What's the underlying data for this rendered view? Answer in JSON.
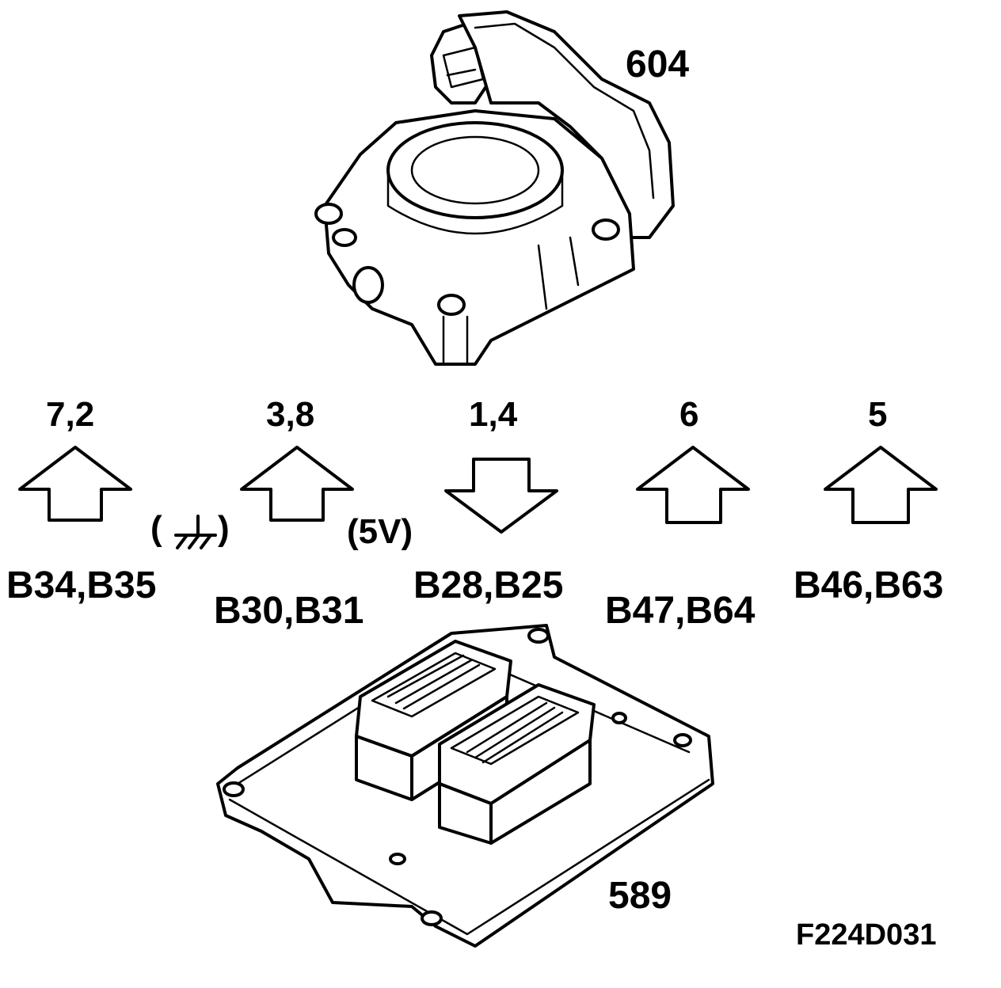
{
  "components": {
    "throttle_body": {
      "number": "604"
    },
    "control_module": {
      "number": "589"
    }
  },
  "figure_code": "F224D031",
  "connections": [
    {
      "pins": "7,2",
      "direction": "up",
      "terminals": "B34,B35"
    },
    {
      "pins": "3,8",
      "direction": "up",
      "terminals": "B30,B31"
    },
    {
      "pins": "1,4",
      "direction": "down",
      "terminals": "B28,B25"
    },
    {
      "pins": "6",
      "direction": "up",
      "terminals": "B47,B64"
    },
    {
      "pins": "5",
      "direction": "up",
      "terminals": "B46,B63"
    }
  ],
  "annotations": {
    "voltage": "(5V)",
    "ground_open": "(",
    "ground_close": ")"
  }
}
